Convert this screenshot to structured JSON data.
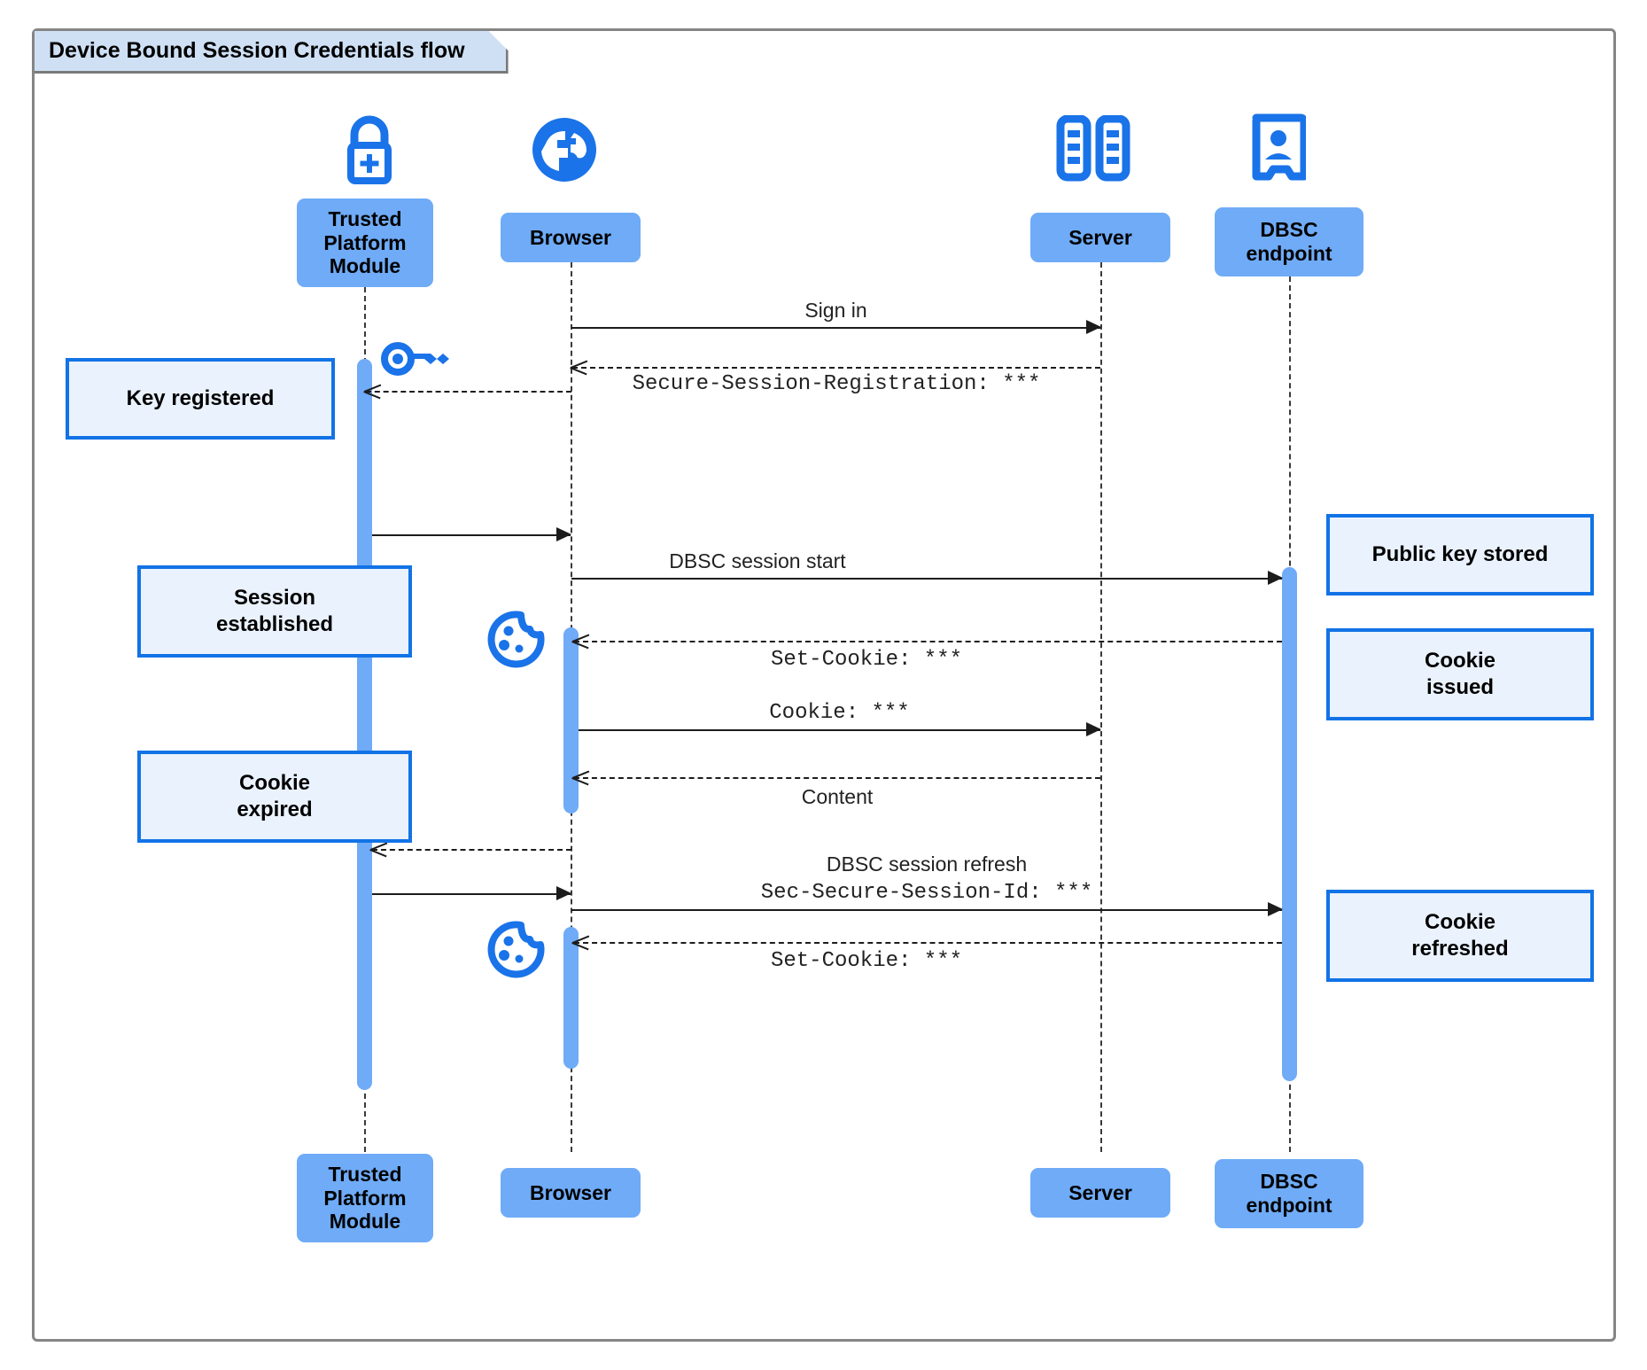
{
  "frame": {
    "title": "Device Bound Session Credentials flow"
  },
  "participants": [
    {
      "id": "tpm",
      "label": "Trusted\nPlatform\nModule",
      "icon": "lock-plus-icon"
    },
    {
      "id": "browser",
      "label": "Browser",
      "icon": "globe-icon"
    },
    {
      "id": "server",
      "label": "Server",
      "icon": "server-rack-icon"
    },
    {
      "id": "dbsc",
      "label": "DBSC\nendpoint",
      "icon": "id-badge-icon"
    }
  ],
  "messages": [
    {
      "id": "m1",
      "text": "Sign in",
      "style": "plain",
      "from": "browser",
      "to": "server"
    },
    {
      "id": "m2",
      "text": "Secure-Session-Registration: ***",
      "style": "mono",
      "from": "server",
      "to": "browser"
    },
    {
      "id": "m3",
      "text": "",
      "style": "plain",
      "from": "tpm",
      "to": "browser"
    },
    {
      "id": "m4",
      "text": "DBSC session start",
      "style": "plain",
      "from": "browser",
      "to": "dbsc"
    },
    {
      "id": "m5",
      "text": "Set-Cookie: ***",
      "style": "mono",
      "from": "dbsc",
      "to": "browser"
    },
    {
      "id": "m6",
      "text": "Cookie: ***",
      "style": "mono",
      "from": "browser",
      "to": "server"
    },
    {
      "id": "m7",
      "text": "Content",
      "style": "plain",
      "from": "server",
      "to": "browser"
    },
    {
      "id": "m8",
      "text": "",
      "style": "plain",
      "from": "browser",
      "to": "tpm"
    },
    {
      "id": "m9",
      "text": "",
      "style": "plain",
      "from": "tpm",
      "to": "browser"
    },
    {
      "id": "m10",
      "text": "DBSC session refresh",
      "style": "plain",
      "from": "browser",
      "to": "dbsc"
    },
    {
      "id": "m10b",
      "text": "Sec-Secure-Session-Id: ***",
      "style": "mono",
      "from": "browser",
      "to": "dbsc"
    },
    {
      "id": "m11",
      "text": "Set-Cookie: ***",
      "style": "mono",
      "from": "dbsc",
      "to": "browser"
    }
  ],
  "notes": [
    {
      "id": "n1",
      "text": "Key registered"
    },
    {
      "id": "n2",
      "text": "Session\nestablished"
    },
    {
      "id": "n3",
      "text": "Cookie\nexpired"
    },
    {
      "id": "n4",
      "text": "Public key stored"
    },
    {
      "id": "n5",
      "text": "Cookie\nissued"
    },
    {
      "id": "n6",
      "text": "Cookie\nrefreshed"
    }
  ],
  "inline_icons": [
    {
      "id": "key-icon",
      "name": "key-icon"
    },
    {
      "id": "cookie-1",
      "name": "cookie-icon"
    },
    {
      "id": "cookie-2",
      "name": "cookie-icon"
    }
  ],
  "colors": {
    "participant_fill": "#6fabf7",
    "note_fill": "#eaf2fd",
    "note_border": "#1273e6",
    "icon_blue": "#1a73e8",
    "frame_border": "#858585",
    "title_fill": "#cfe0f5"
  }
}
